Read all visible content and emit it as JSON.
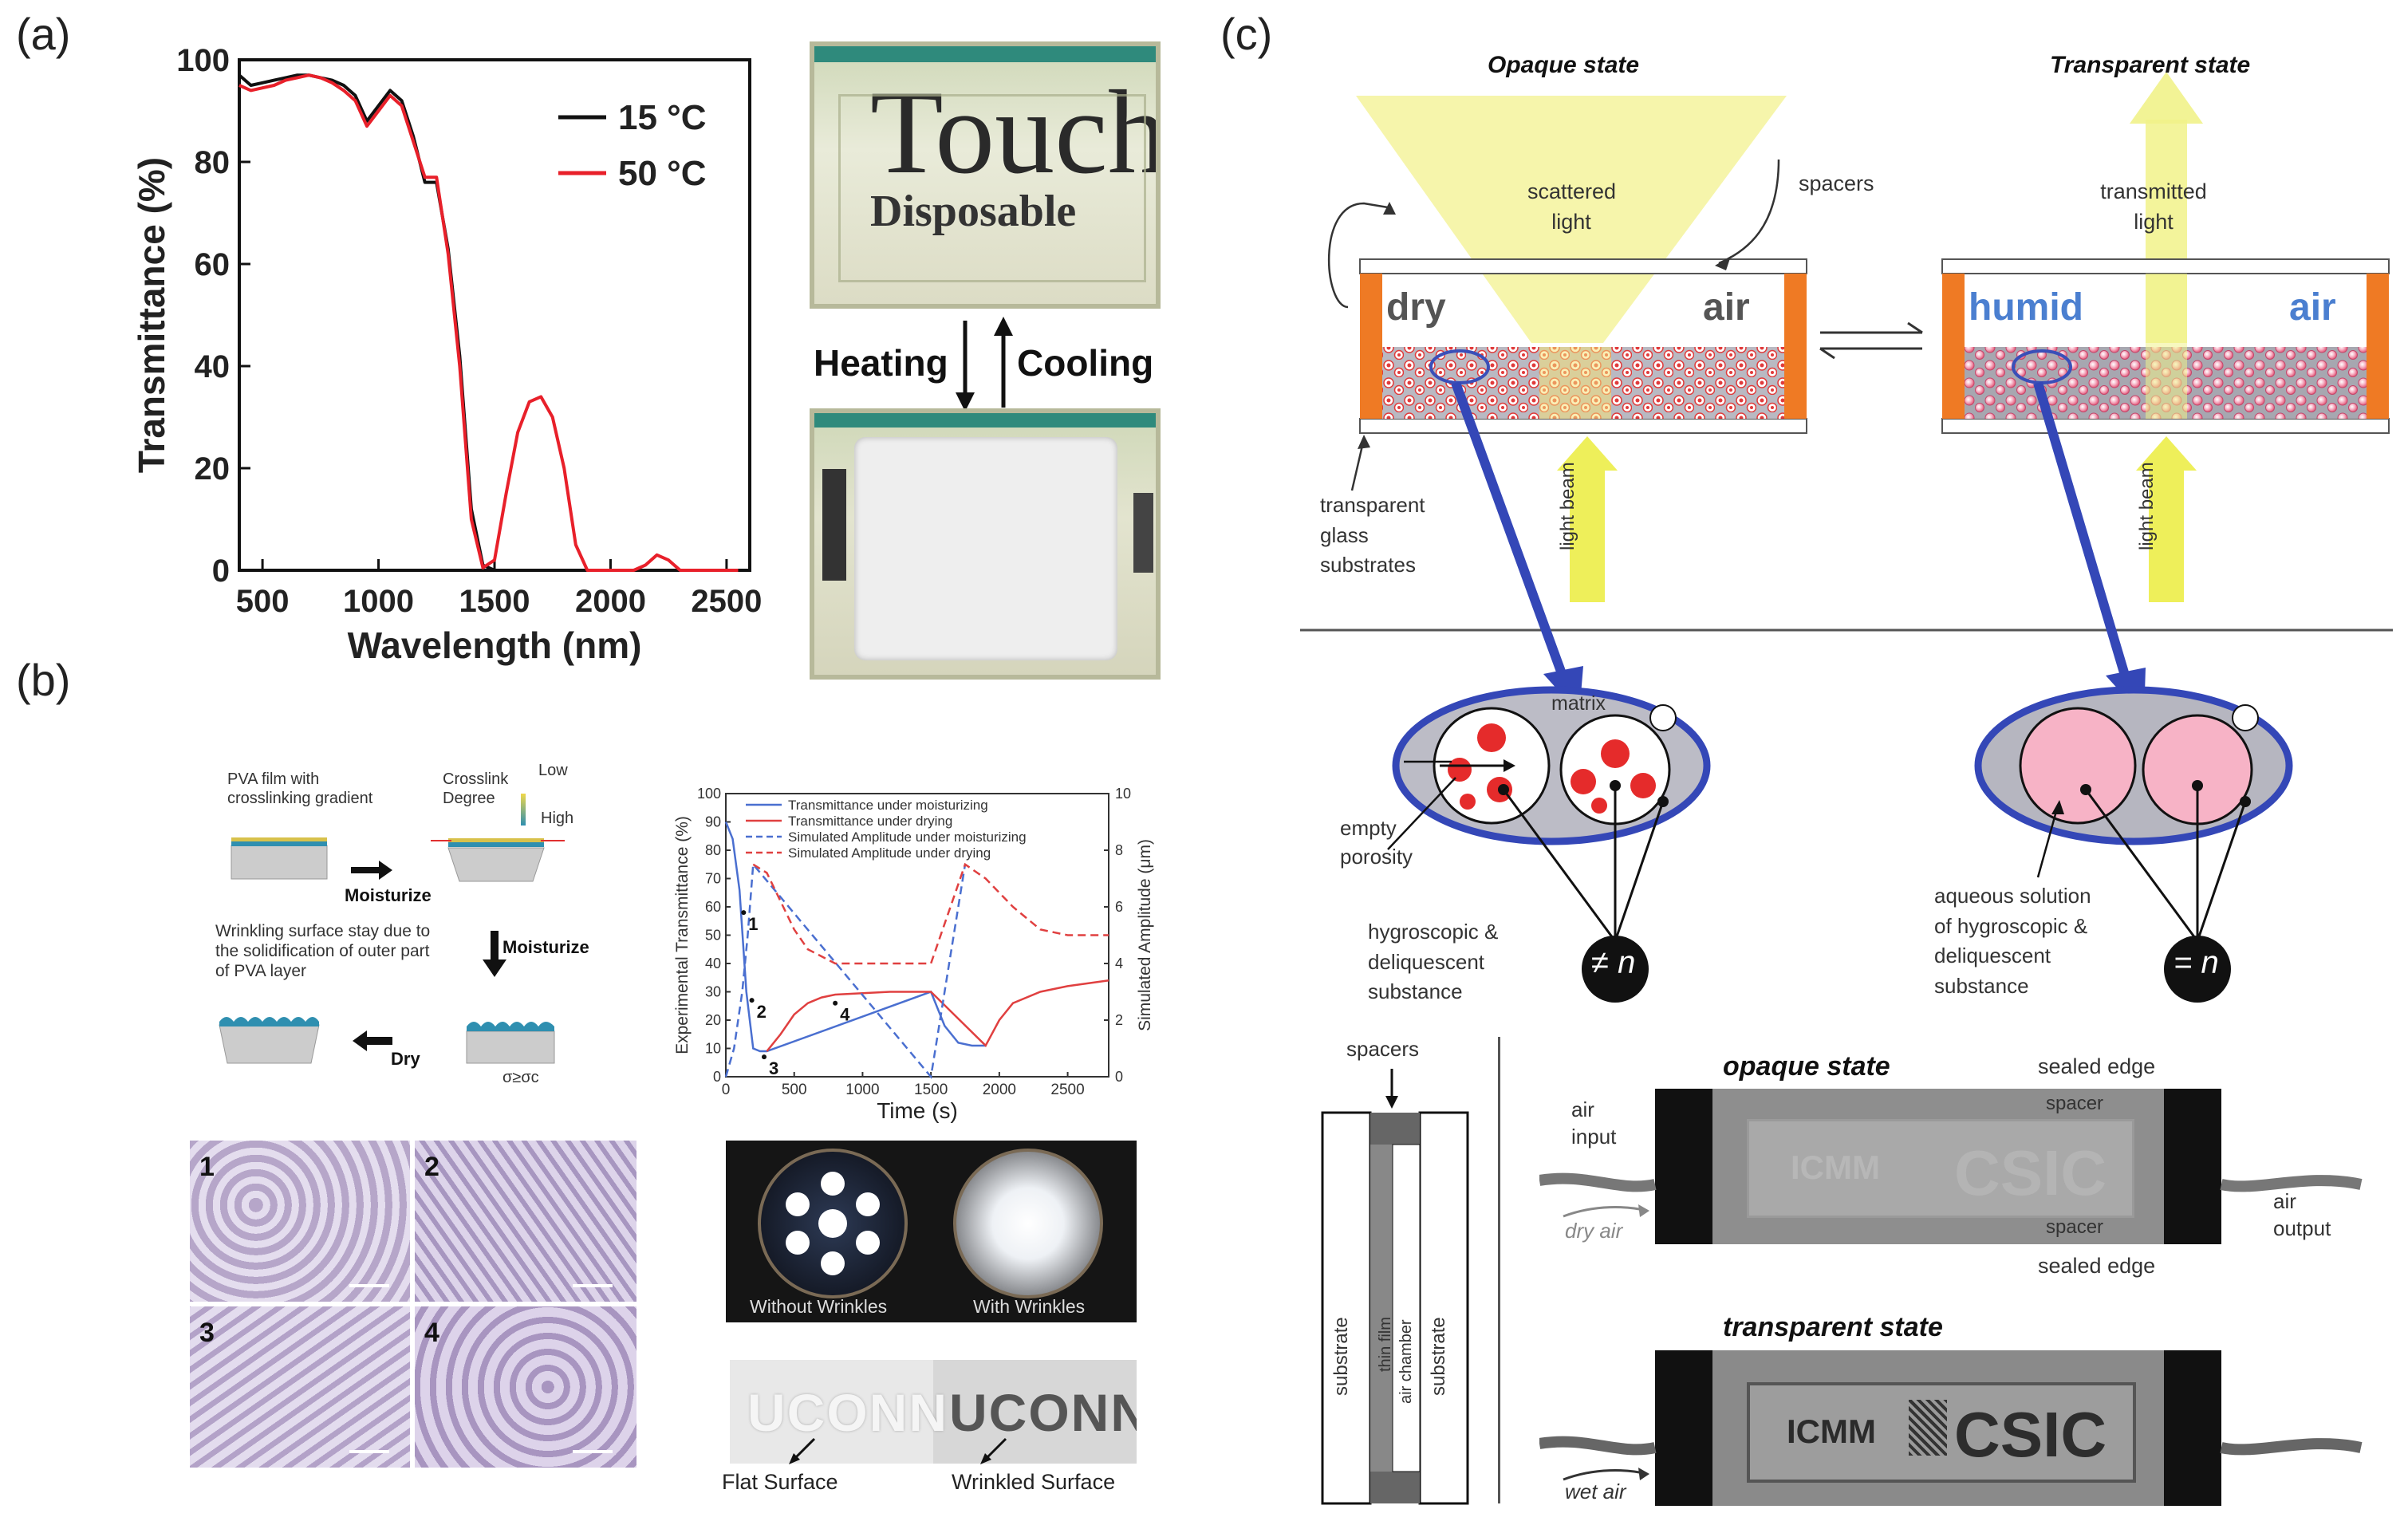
{
  "panel_a": {
    "label": "(a)",
    "photo_top_text_1": "Touch",
    "photo_top_text_2": "Disposable",
    "heating_label": "Heating",
    "cooling_label": "Cooling"
  },
  "panel_b": {
    "label": "(b)",
    "schematic": {
      "pva_label": "PVA film with crosslinking gradient",
      "crosslink_label": "Crosslink Degree",
      "low_label": "Low",
      "high_label": "High",
      "moisturize_1": "Moisturize",
      "moisturize_2": "Moisturize",
      "dry_label": "Dry",
      "wrinkling_label": "Wrinkling surface stay due to the solidification of outer part of PVA layer",
      "sigma_label": "σ≥σc"
    },
    "micro_labels": [
      "1",
      "2",
      "3",
      "4"
    ],
    "led_left": "Without Wrinkles",
    "led_right": "With Wrinkles",
    "flat_label": "Flat Surface",
    "wrinkled_label": "Wrinkled Surface",
    "uconn_text": "UCONN"
  },
  "panel_c": {
    "label": "(c)",
    "opaque_state": "Opaque state",
    "transparent_state": "Transparent state",
    "scattered_light": "scattered light",
    "transmitted_light": "transmitted light",
    "spacers": "spacers",
    "dry": "dry",
    "air_left": "air",
    "humid": "humid",
    "air_right": "air",
    "light_beam": "light beam",
    "transparent_glass": "transparent glass substrates",
    "matrix": "matrix",
    "empty_porosity": "empty porosity",
    "hygroscopic": "hygroscopic & deliquescent substance",
    "aqueous": "aqueous solution of hygroscopic & deliquescent substance",
    "neq_n": "≠ n",
    "eq_n": "= n",
    "bottom": {
      "spacers": "spacers",
      "substrate_left": "substrate",
      "thin_film": "thin film",
      "air_chamber": "air chamber",
      "substrate_right": "substrate",
      "opaque_state": "opaque state",
      "transparent_state": "transparent state",
      "sealed_edge_top": "sealed edge",
      "sealed_edge_bottom": "sealed edge",
      "spacer_top": "spacer",
      "spacer_bottom": "spacer",
      "air_input": "air input",
      "air_output": "air output",
      "dry_air": "dry air",
      "wet_air": "wet air",
      "icmm": "ICMM",
      "csic": "CSIC"
    }
  },
  "chart_data": [
    {
      "type": "line",
      "panel": "a",
      "xlabel": "Wavelength (nm)",
      "ylabel": "Transmittance (%)",
      "xlim": [
        400,
        2600
      ],
      "ylim": [
        0,
        100
      ],
      "x_ticks": [
        500,
        1000,
        1500,
        2000,
        2500
      ],
      "y_ticks": [
        0,
        20,
        40,
        60,
        80,
        100
      ],
      "legend_position": "top-right",
      "series": [
        {
          "name": "15 °C",
          "color": "#111111",
          "x": [
            400,
            450,
            500,
            550,
            600,
            650,
            700,
            750,
            800,
            850,
            900,
            950,
            1000,
            1050,
            1100,
            1150,
            1200,
            1250,
            1300,
            1350,
            1400,
            1450,
            1500,
            1550,
            1600,
            1650,
            1700,
            1750,
            1800,
            1850,
            1900,
            1950,
            2000,
            2050,
            2100,
            2150,
            2200,
            2250,
            2300,
            2350,
            2400,
            2450,
            2500,
            2550
          ],
          "y": [
            97,
            95,
            95.5,
            96,
            96.5,
            97,
            97,
            96.5,
            96,
            95,
            93,
            88,
            91,
            94,
            92,
            85,
            76,
            76,
            63,
            42,
            12,
            1,
            0,
            0,
            0,
            0,
            0,
            0,
            0,
            0,
            0,
            0,
            0,
            0,
            0,
            0,
            0,
            0,
            0,
            0,
            0,
            0,
            0,
            0
          ]
        },
        {
          "name": "50 °C",
          "color": "#e8202a",
          "x": [
            400,
            450,
            500,
            550,
            600,
            650,
            700,
            750,
            800,
            850,
            900,
            950,
            1000,
            1050,
            1100,
            1150,
            1200,
            1250,
            1300,
            1350,
            1400,
            1450,
            1500,
            1550,
            1600,
            1650,
            1700,
            1750,
            1800,
            1850,
            1900,
            1950,
            2000,
            2050,
            2100,
            2150,
            2200,
            2250,
            2300,
            2350,
            2400,
            2450,
            2500,
            2550
          ],
          "y": [
            95,
            94,
            94.5,
            95,
            96,
            96.5,
            97,
            96.5,
            95.5,
            94,
            92,
            87,
            90,
            93,
            91,
            84,
            77,
            77,
            62,
            40,
            10,
            0.5,
            2,
            15,
            27,
            33,
            34,
            30,
            20,
            5,
            0,
            0,
            0,
            0,
            0,
            1,
            3,
            2,
            0,
            0,
            0,
            0,
            0,
            0
          ]
        }
      ]
    },
    {
      "type": "line",
      "panel": "b",
      "xlabel": "Time (s)",
      "ylabel": "Experimental Transmittance (%)",
      "y2label": "Simulated Amplitude (μm)",
      "xlim": [
        0,
        2800
      ],
      "ylim": [
        0,
        100
      ],
      "y2lim": [
        0,
        10
      ],
      "x_ticks": [
        0,
        500,
        1000,
        1500,
        2000,
        2500
      ],
      "y_ticks": [
        0,
        10,
        20,
        30,
        40,
        50,
        60,
        70,
        80,
        90,
        100
      ],
      "y2_ticks": [
        0,
        2,
        4,
        6,
        8,
        10
      ],
      "legend_position": "top",
      "annotations": [
        {
          "text": "1",
          "x": 130,
          "y": 58
        },
        {
          "text": "2",
          "x": 190,
          "y": 27
        },
        {
          "text": "3",
          "x": 280,
          "y": 7
        },
        {
          "text": "4",
          "x": 800,
          "y": 26
        }
      ],
      "series": [
        {
          "name": "Transmittance under moisturizing",
          "color": "#4a6fd0",
          "dash": false,
          "axis": "left",
          "x": [
            0,
            50,
            100,
            150,
            200,
            250,
            300,
            1500,
            1600,
            1700,
            1800,
            1900
          ],
          "y": [
            90,
            84,
            66,
            30,
            10,
            9,
            9,
            30,
            18,
            12,
            11,
            11
          ]
        },
        {
          "name": "Transmittance under drying",
          "color": "#e04040",
          "dash": false,
          "axis": "left",
          "x": [
            300,
            400,
            500,
            600,
            700,
            800,
            1000,
            1200,
            1500,
            1900,
            2000,
            2100,
            2300,
            2500,
            2800
          ],
          "y": [
            9,
            15,
            22,
            26,
            28,
            29,
            29.5,
            30,
            30,
            11,
            20,
            26,
            30,
            32,
            34
          ]
        },
        {
          "name": "Simulated Amplitude under moisturizing",
          "color": "#4a6fd0",
          "dash": true,
          "axis": "right",
          "x": [
            0,
            60,
            120,
            160,
            200,
            1500,
            1600,
            1700,
            1750
          ],
          "y": [
            0,
            1,
            3,
            5,
            7.5,
            0,
            3,
            6,
            7.5
          ]
        },
        {
          "name": "Simulated Amplitude under drying",
          "color": "#e04040",
          "dash": true,
          "axis": "right",
          "x": [
            200,
            300,
            400,
            500,
            600,
            800,
            1000,
            1500,
            1750,
            1900,
            2100,
            2300,
            2500,
            2800
          ],
          "y": [
            7.5,
            7.2,
            6.2,
            5.2,
            4.5,
            4,
            4,
            4,
            7.5,
            7,
            6,
            5.2,
            5,
            5
          ]
        }
      ]
    }
  ]
}
